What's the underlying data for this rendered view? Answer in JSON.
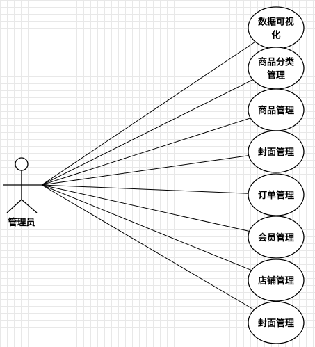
{
  "actor": {
    "label": "管理员"
  },
  "use_cases": [
    {
      "lines": [
        "数据可视",
        "化"
      ]
    },
    {
      "lines": [
        "商品分类",
        "管理"
      ]
    },
    {
      "lines": [
        "商品管理"
      ]
    },
    {
      "lines": [
        "封面管理"
      ]
    },
    {
      "lines": [
        "订单管理"
      ]
    },
    {
      "lines": [
        "会员管理"
      ]
    },
    {
      "lines": [
        "店铺管理"
      ]
    },
    {
      "lines": [
        "封面管理"
      ]
    }
  ],
  "colors": {
    "stroke": "#000000",
    "fill": "#ffffff",
    "grid": "#e8e8e8"
  }
}
